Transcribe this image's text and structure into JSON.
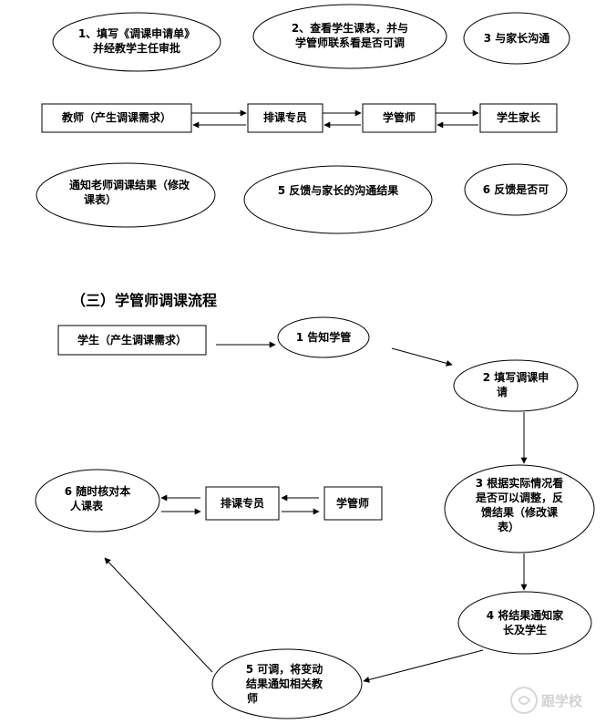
{
  "section1": {
    "steps": [
      {
        "lines": [
          "1、填写《调课申请单》",
          "并经教学主任审批"
        ]
      },
      {
        "lines": [
          "2、查看学生课表，并与",
          "学管师联系看是否可调"
        ]
      },
      {
        "lines": [
          "3 与家长沟通"
        ]
      }
    ],
    "boxes": [
      {
        "lines": [
          "教师（产生调课需求）"
        ]
      },
      {
        "lines": [
          "排课专员"
        ]
      },
      {
        "lines": [
          "学管师"
        ]
      },
      {
        "lines": [
          "学生家长"
        ]
      }
    ],
    "results": [
      {
        "lines": [
          "通知老师调课结果（修改",
          "课表）"
        ]
      },
      {
        "lines": [
          "5 反馈与家长的沟通结果"
        ]
      },
      {
        "lines": [
          "6 反馈是否可"
        ]
      }
    ]
  },
  "section2": {
    "heading": "（三）学管师调课流程",
    "nodes": [
      {
        "lines": [
          "学生（产生调课需求）"
        ]
      },
      {
        "lines": [
          "1 告知学管"
        ]
      },
      {
        "lines": [
          "2 填写调课申",
          "请"
        ]
      },
      {
        "lines": [
          "3 根据实际情况看",
          "是否可以调整，反",
          "馈结果（修改课",
          "表）"
        ]
      },
      {
        "lines": [
          "4 将结果通知家",
          "长及学生"
        ]
      },
      {
        "lines": [
          "5 可调，将变动",
          "结果通知相关教",
          "师"
        ]
      },
      {
        "lines": [
          "6 随时核对本",
          "人课表"
        ]
      },
      {
        "lines": [
          "排课专员"
        ]
      },
      {
        "lines": [
          "学管师"
        ]
      }
    ]
  },
  "watermark": "跟学校"
}
